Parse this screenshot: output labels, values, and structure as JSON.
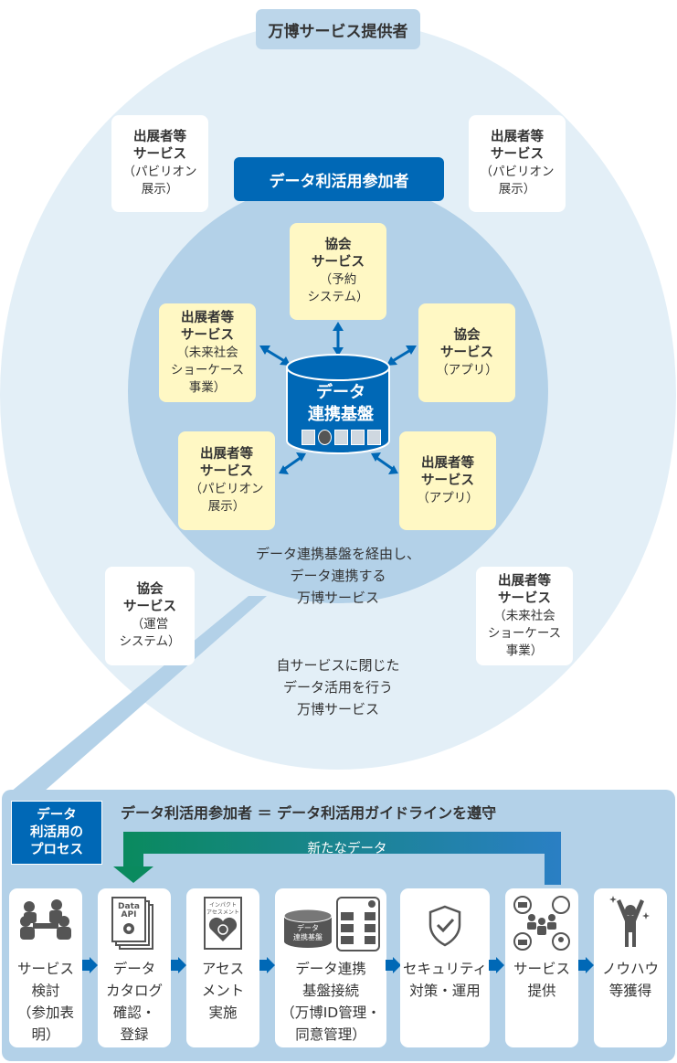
{
  "diagram": {
    "outer_circle_label": "万博サービス提供者",
    "participant_label": "データ利活用参加者",
    "colors": {
      "outer_ring": "#e3eff7",
      "inner_circle": "#b3d1e8",
      "primary_blue": "#0068b6",
      "yellow_box": "#fff8c4",
      "feedback_green": "#0a8a5e",
      "feedback_blue": "#2a7fc4"
    },
    "outer_boxes": [
      {
        "title": "出展者等\nサービス",
        "sub": "（パビリオン\n展示）"
      },
      {
        "title": "出展者等\nサービス",
        "sub": "（パビリオン\n展示）"
      },
      {
        "title": "協会\nサービス",
        "sub": "（運営\nシステム）"
      },
      {
        "title": "出展者等\nサービス",
        "sub": "（未来社会\nショーケース\n事業）"
      }
    ],
    "inner_boxes": [
      {
        "title": "協会\nサービス",
        "sub": "（予約\nシステム）"
      },
      {
        "title": "出展者等\nサービス",
        "sub": "（未来社会\nショーケース\n事業）"
      },
      {
        "title": "協会\nサービス",
        "sub": "（アプリ）"
      },
      {
        "title": "出展者等\nサービス",
        "sub": "（パビリオン\n展示）"
      },
      {
        "title": "出展者等\nサービス",
        "sub": "（アプリ）"
      }
    ],
    "platform": {
      "label": "データ\n連携基盤",
      "icons": [
        "bar-chart-icon",
        "pie-chart-icon",
        "clipboard-icon",
        "documents-icon",
        "form-icon"
      ]
    },
    "inner_caption": "データ連携基盤を経由し、\nデータ連携する\n万博サービス",
    "outer_caption": "自サービスに閉じた\nデータ活用を行う\n万博サービス"
  },
  "process": {
    "tag": "データ\n利活用の\nプロセス",
    "heading": "データ利活用参加者 ＝ データ利活用ガイドラインを遵守",
    "feedback_label": "新たなデータ",
    "steps": [
      {
        "label": "サービス\n検討\n（参加表明）",
        "icon": "meeting-people-icon"
      },
      {
        "label": "データ\nカタログ\n確認・\n登録",
        "icon": "data-api-document-icon",
        "icon_text": "Data\nAPI"
      },
      {
        "label": "アセス\nメント\n実施",
        "icon": "impact-assessment-icon",
        "icon_text": "インパクト\nアセスメント"
      },
      {
        "label": "データ連携\n基盤接続\n（万博ID管理・\n同意管理）",
        "icon": "platform-connection-icon",
        "icon_text": "データ\n連携基盤"
      },
      {
        "label": "セキュリティ\n対策・運用",
        "icon": "shield-check-icon"
      },
      {
        "label": "サービス\n提供",
        "icon": "service-network-icon"
      },
      {
        "label": "ノウハウ\n等獲得",
        "icon": "success-person-icon"
      }
    ]
  }
}
